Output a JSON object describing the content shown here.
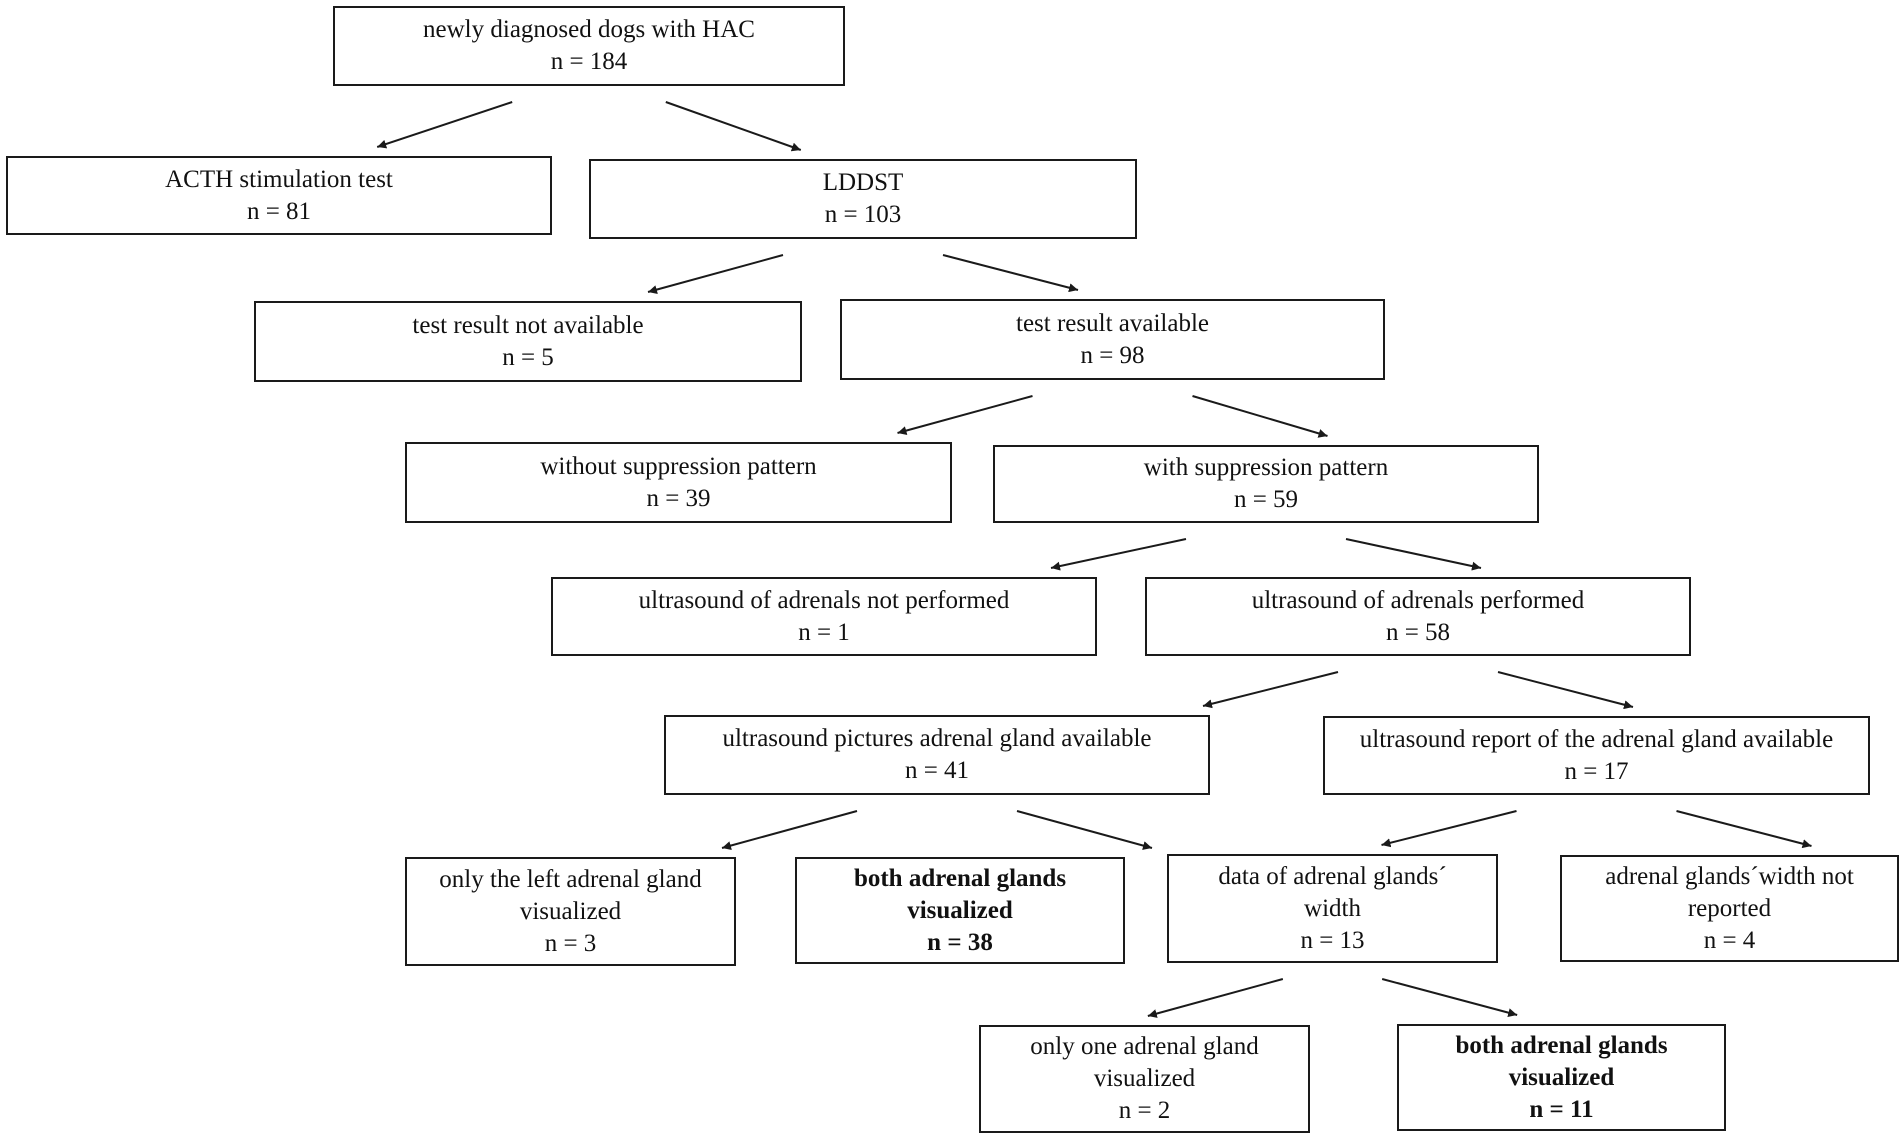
{
  "nodes": {
    "root": {
      "lines": [
        "newly diagnosed dogs with HAC",
        "n = 184"
      ]
    },
    "acth": {
      "lines": [
        "ACTH stimulation test",
        "n = 81"
      ]
    },
    "lddst": {
      "lines": [
        "LDDST",
        "n = 103"
      ]
    },
    "na": {
      "lines": [
        "test result not available",
        "n = 5"
      ]
    },
    "avail": {
      "lines": [
        "test result available",
        "n = 98"
      ]
    },
    "nosupp": {
      "lines": [
        "without suppression pattern",
        "n = 39"
      ]
    },
    "supp": {
      "lines": [
        "with suppression pattern",
        "n = 59"
      ]
    },
    "usnp": {
      "lines": [
        "ultrasound of adrenals not performed",
        "n = 1"
      ]
    },
    "usp": {
      "lines": [
        "ultrasound of adrenals performed",
        "n = 58"
      ]
    },
    "pics": {
      "lines": [
        "ultrasound pictures adrenal gland available",
        "n = 41"
      ]
    },
    "report": {
      "lines": [
        "ultrasound report of the adrenal gland available",
        "n = 17"
      ]
    },
    "left": {
      "lines": [
        "only the left adrenal gland",
        "visualized",
        "n = 3"
      ]
    },
    "both1": {
      "lines": [
        "both adrenal glands",
        "visualized",
        "n = 38"
      ],
      "bold": true
    },
    "data": {
      "lines": [
        "data of adrenal glands´",
        "width",
        "n = 13"
      ]
    },
    "notrep": {
      "lines": [
        "adrenal glands´width not",
        "reported",
        "n = 4"
      ]
    },
    "one": {
      "lines": [
        "only one adrenal gland",
        "visualized",
        "n = 2"
      ]
    },
    "both2": {
      "lines": [
        "both adrenal glands",
        "visualized",
        "n = 11"
      ],
      "bold": true
    }
  },
  "edges": [
    [
      "root",
      "acth"
    ],
    [
      "root",
      "lddst"
    ],
    [
      "lddst",
      "na"
    ],
    [
      "lddst",
      "avail"
    ],
    [
      "avail",
      "nosupp"
    ],
    [
      "avail",
      "supp"
    ],
    [
      "supp",
      "usnp"
    ],
    [
      "supp",
      "usp"
    ],
    [
      "usp",
      "pics"
    ],
    [
      "usp",
      "report"
    ],
    [
      "pics",
      "left"
    ],
    [
      "pics",
      "both1"
    ],
    [
      "report",
      "data"
    ],
    [
      "report",
      "notrep"
    ],
    [
      "data",
      "one"
    ],
    [
      "data",
      "both2"
    ]
  ],
  "colors": {
    "stroke": "#1a1a1a",
    "text": "#111111",
    "background": "#ffffff"
  }
}
